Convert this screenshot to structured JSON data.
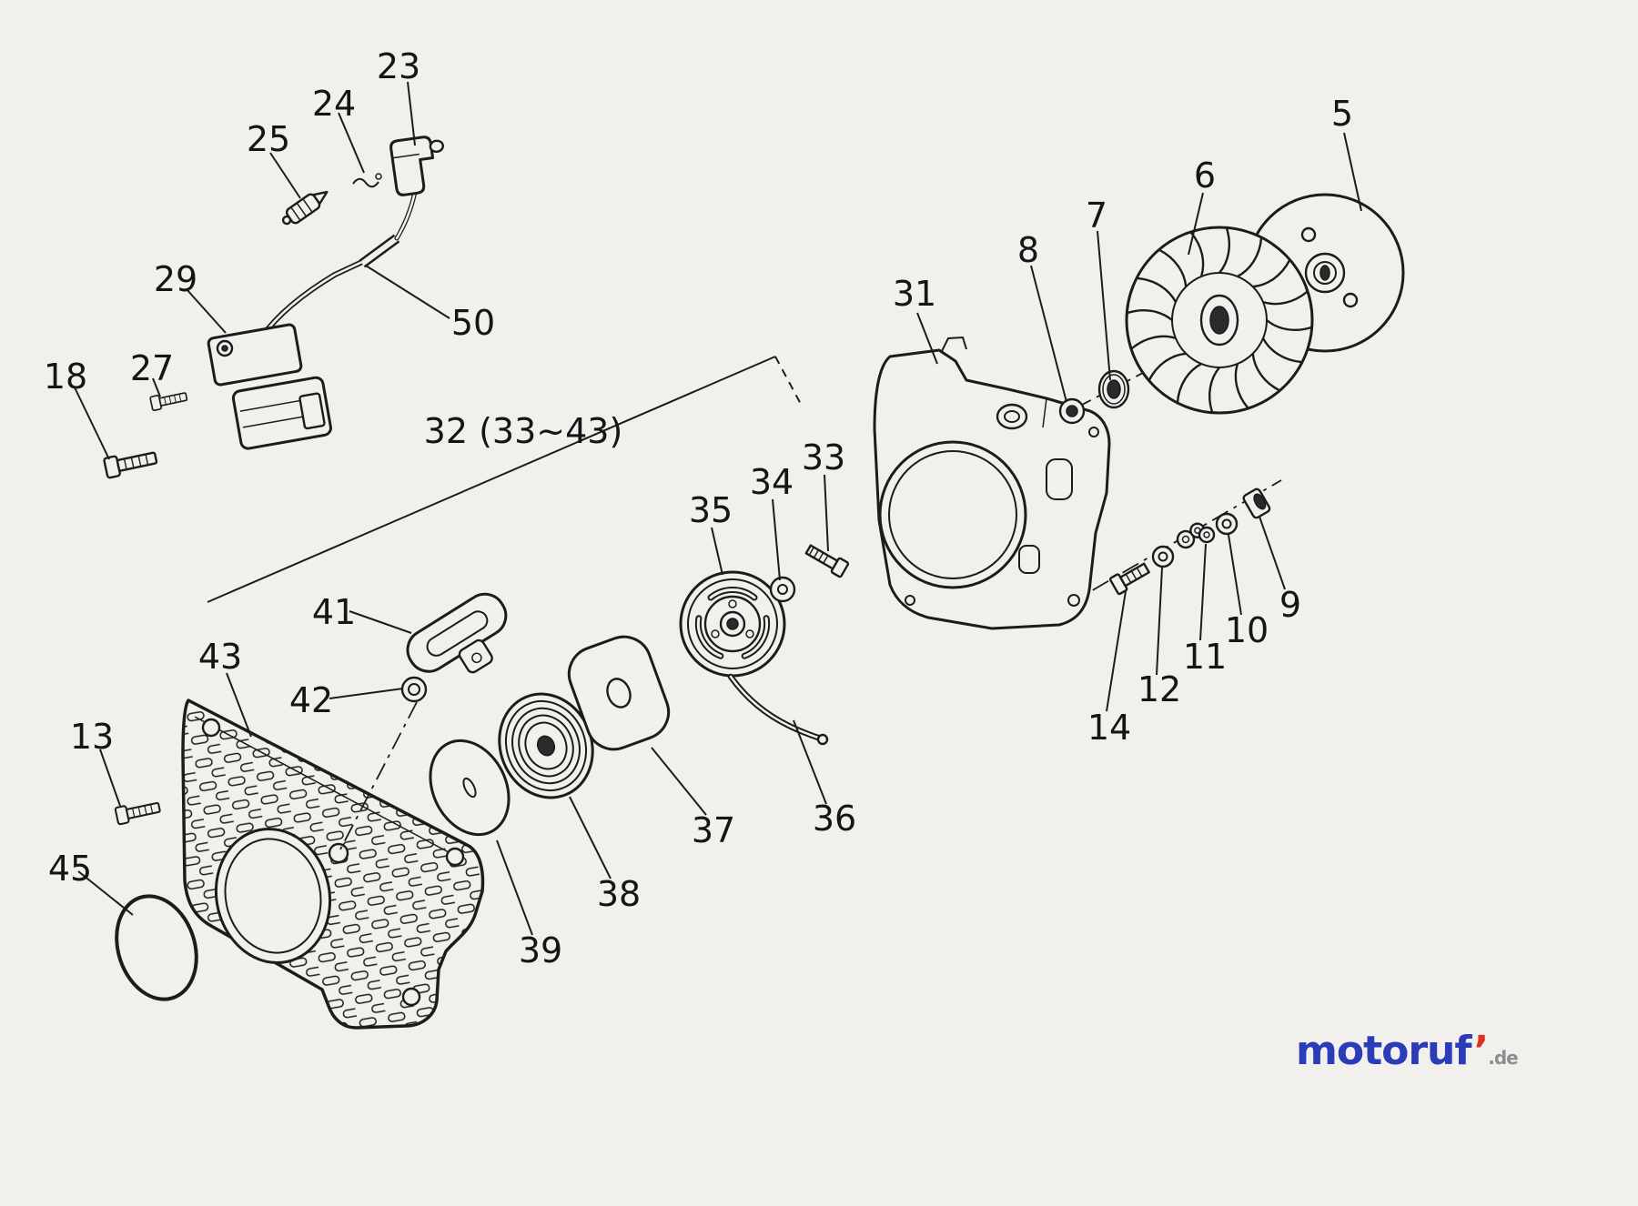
{
  "canvas": {
    "background": "#f1f0ec",
    "line_color": "#1c1c1c"
  },
  "diagram": {
    "group_label": "32 (33~43)",
    "labels": {
      "l5": "5",
      "l6": "6",
      "l7": "7",
      "l8": "8",
      "l9": "9",
      "l10": "10",
      "l11": "11",
      "l12": "12",
      "l13": "13",
      "l14": "14",
      "l18": "18",
      "l23": "23",
      "l24": "24",
      "l25": "25",
      "l27": "27",
      "l29": "29",
      "l31": "31",
      "l33": "33",
      "l34": "34",
      "l35": "35",
      "l36": "36",
      "l37": "37",
      "l38": "38",
      "l39": "39",
      "l41": "41",
      "l42": "42",
      "l43": "43",
      "l45": "45",
      "l50": "50"
    }
  },
  "watermark": {
    "brand": "motoruf",
    "accent": "’",
    "suffix": ".de",
    "brand_color": "#2a3cb8",
    "accent_color": "#d8341f",
    "suffix_color": "#8a8f93"
  }
}
